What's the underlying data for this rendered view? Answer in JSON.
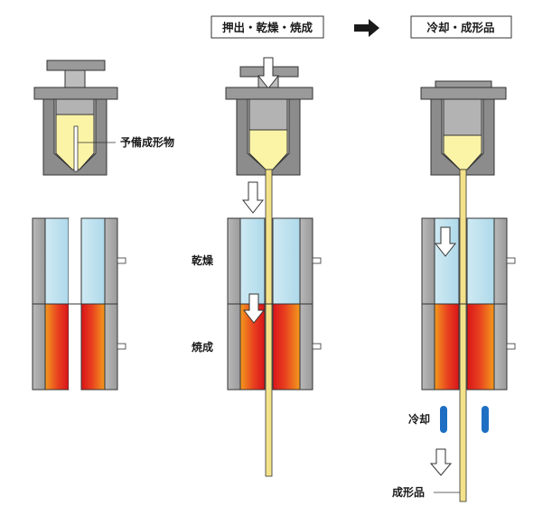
{
  "steps": {
    "step1_label": "押出・乾燥・焼成",
    "step2_label": "冷却・成形品"
  },
  "labels": {
    "preform": "予備成形物",
    "drying": "乾燥",
    "firing": "焼成",
    "cooling": "冷却",
    "product": "成形品"
  },
  "colors": {
    "metal_dark": "#8c8c8c",
    "metal_light": "#c8c8c8",
    "paste": "#fbf3a6",
    "dry_zone": "#bfe3ef",
    "fire_zone_hot": "#e2231a",
    "fire_zone_warm": "#f39a1e",
    "rod": "#f4e28a",
    "cooling": "#1e6fc4"
  }
}
